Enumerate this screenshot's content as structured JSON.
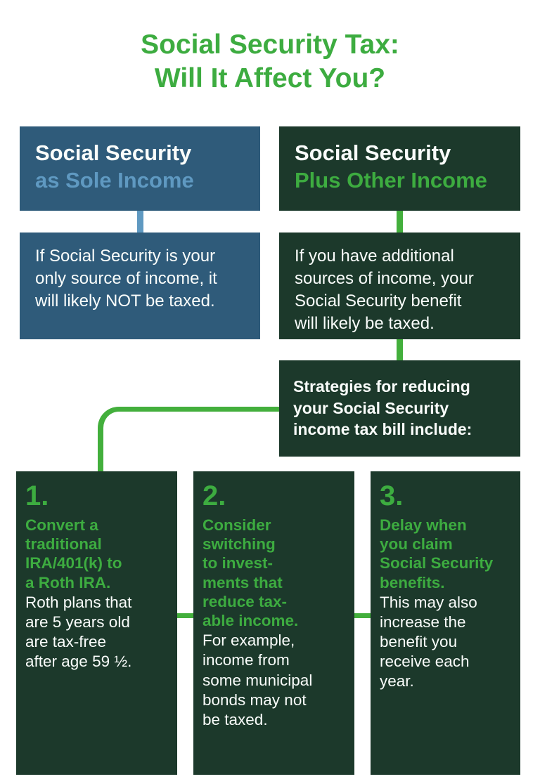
{
  "title": "Social Security Tax:\nWill It Affect You?",
  "colors": {
    "accent_green": "#3DAC40",
    "line_green": "#43AF3C",
    "dark_green": "#1C392B",
    "dark_blue": "#2F5B7A",
    "light_blue": "#5F99C1",
    "text_white": "#FAFDFB",
    "page_bg": "#FFFFFF"
  },
  "sole_income": {
    "heading_line1": "Social Security",
    "heading_line2": "as Sole Income",
    "description": "If Social Security is your\nonly source of income, it\nwill likely NOT be taxed."
  },
  "other_income": {
    "heading_line1": "Social Security",
    "heading_line2": "Plus Other Income",
    "description": "If you have additional\nsources of income, your\nSocial Security benefit\nwill likely be taxed."
  },
  "strategies_intro": "Strategies for reducing\nyour Social Security\nincome tax bill include:",
  "strategies": [
    {
      "number": "1.",
      "heading": "Convert a\ntraditional\nIRA/401(k) to\na Roth IRA.",
      "body": "Roth plans that\nare 5 years old\nare tax-free\nafter age 59 ½."
    },
    {
      "number": "2.",
      "heading": "Consider\nswitching\nto invest-\nments that\nreduce tax-\nable income.",
      "body": "For example,\nincome from\nsome municipal\nbonds may not\nbe taxed."
    },
    {
      "number": "3.",
      "heading": "Delay when\nyou claim\nSocial Security\nbenefits.",
      "body": "This may also\nincrease the\nbenefit you\nreceive each\nyear."
    }
  ]
}
